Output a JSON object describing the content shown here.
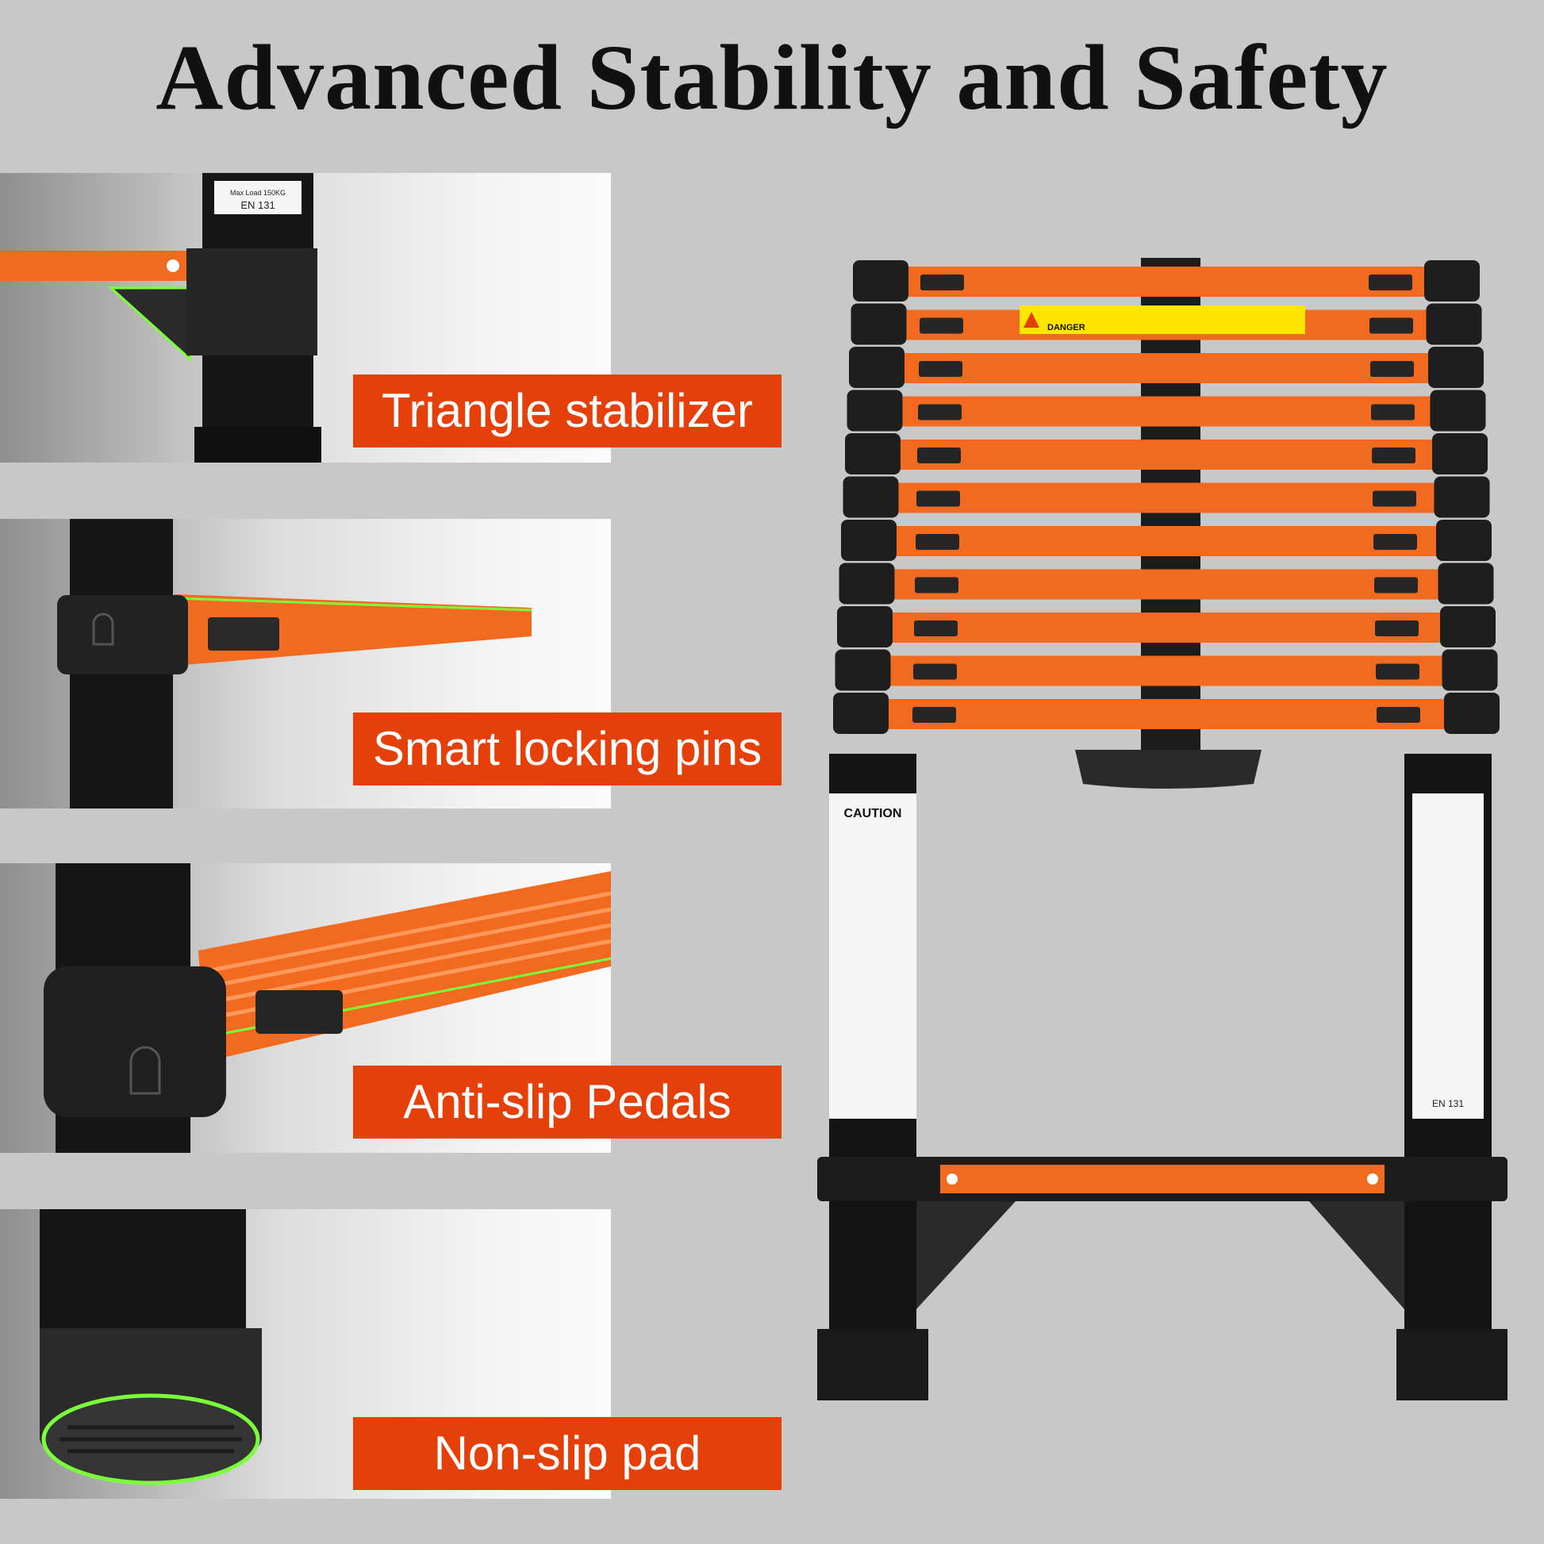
{
  "title": "Advanced Stability and Safety",
  "features": [
    {
      "label": "Triangle stabilizer"
    },
    {
      "label": "Smart locking pins"
    },
    {
      "label": "Anti-slip Pedals"
    },
    {
      "label": "Non-slip pad"
    }
  ],
  "ladder": {
    "rung_count": 11,
    "caution_label": "CAUTION",
    "danger_label": "DANGER",
    "standard_label": "EN 131",
    "panel_standard_label": "EN 131"
  },
  "colors": {
    "background": "#c8c8c8",
    "accent": "#e5400a",
    "rung_orange": "#f26a1f",
    "frame_black": "#1a1a1a",
    "highlight_green": "#7bff3a"
  }
}
